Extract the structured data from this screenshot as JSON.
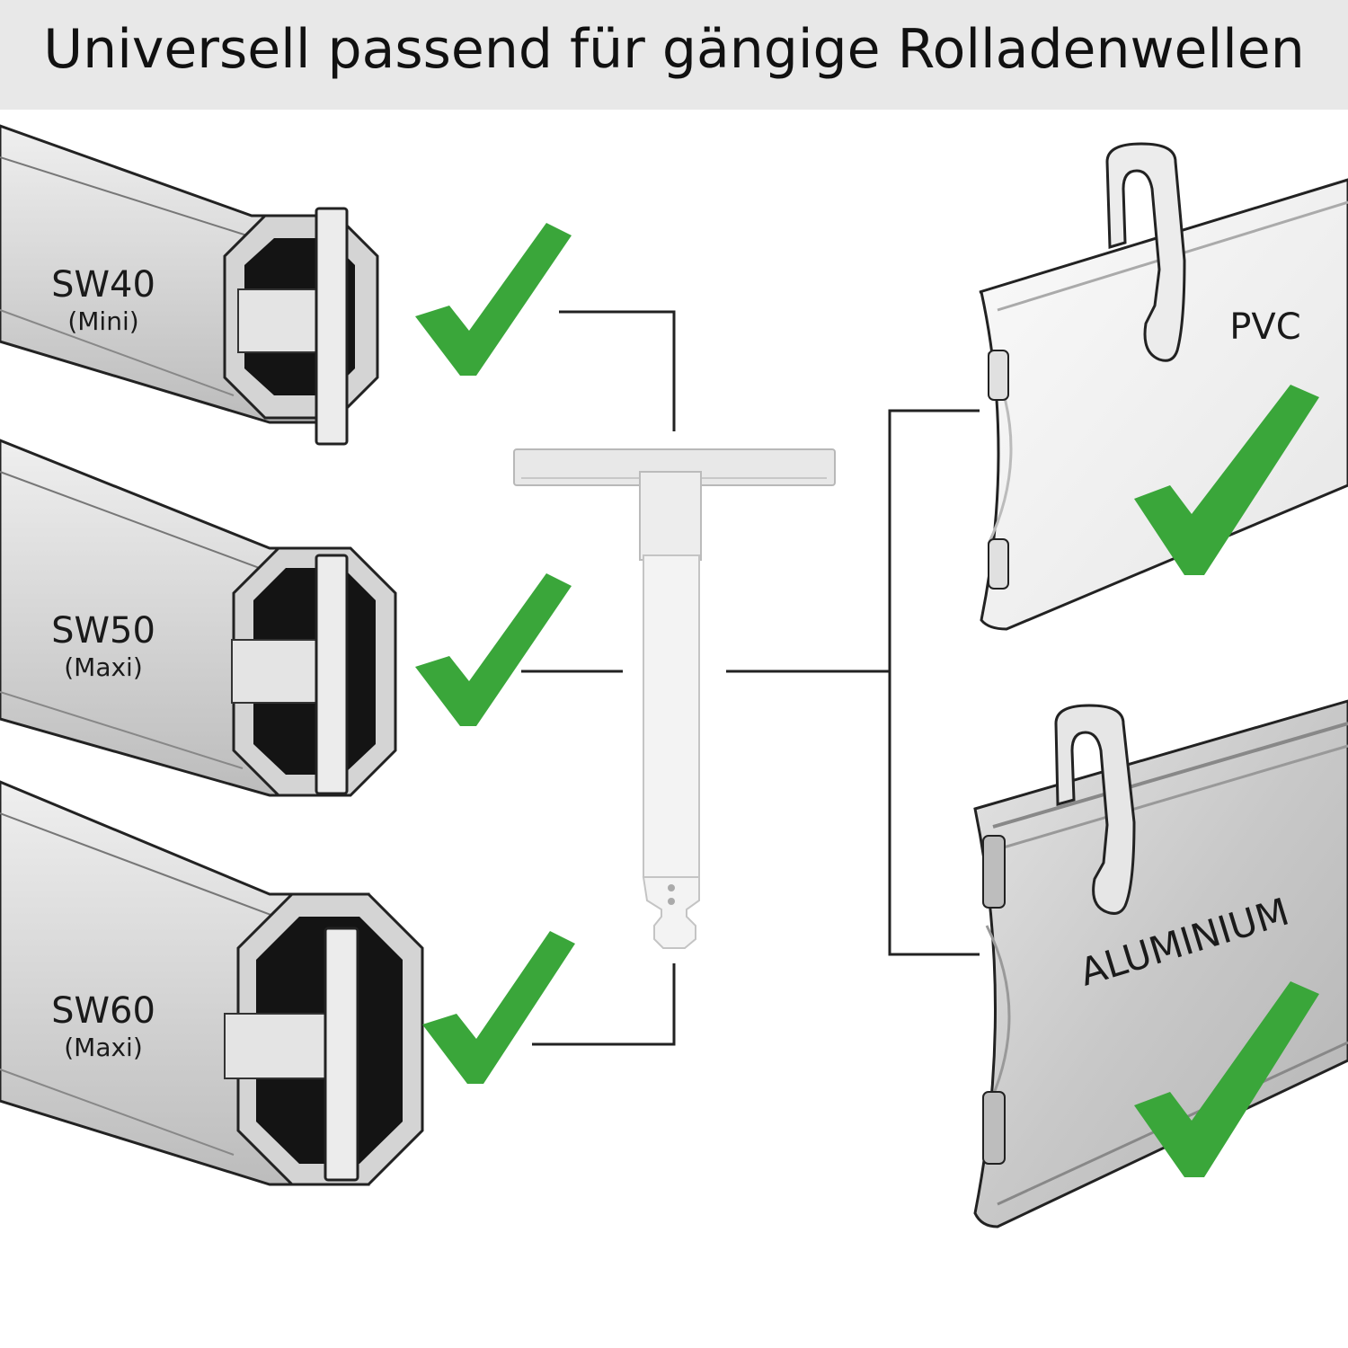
{
  "header": {
    "title": "Universell passend für gängige Rolladenwellen"
  },
  "shafts": [
    {
      "name": "SW40",
      "subtitle": "(Mini)"
    },
    {
      "name": "SW50",
      "subtitle": "(Maxi)"
    },
    {
      "name": "SW60",
      "subtitle": "(Maxi)"
    }
  ],
  "slats": [
    {
      "label": "PVC"
    },
    {
      "label": "ALUMINIUM"
    }
  ],
  "colors": {
    "check": "#3aa63a",
    "shaft_fill": "#d7d7d7",
    "shaft_dark": "#141414",
    "slat_pvc": "#f1f1f1",
    "slat_alu": "#c9c9c9",
    "header_bg": "#e8e8e8"
  },
  "icons": [
    "check-icon",
    "strap-connector-icon",
    "hanger-clip-icon"
  ]
}
